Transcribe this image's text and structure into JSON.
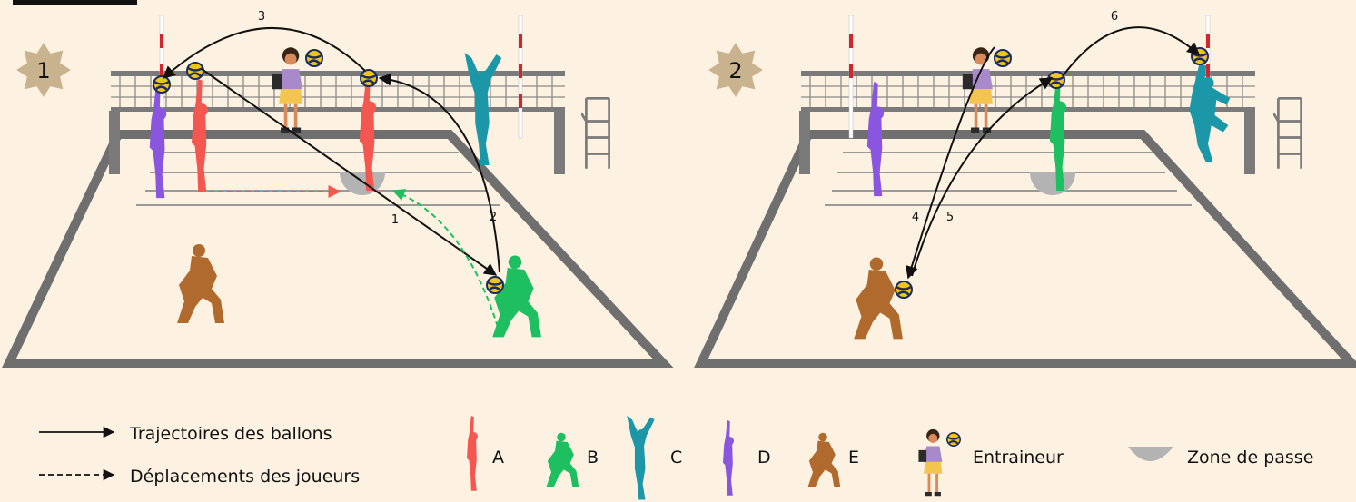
{
  "panels": [
    {
      "number": "1",
      "step_labels": [
        "1",
        "2",
        "3"
      ]
    },
    {
      "number": "2",
      "step_labels": [
        "4",
        "5",
        "6"
      ]
    }
  ],
  "legend": {
    "ball_trajectory": "Trajectoires des ballons",
    "player_movement": "Déplacements des joueurs",
    "players": [
      {
        "letter": "A",
        "color": "#f4574f"
      },
      {
        "letter": "B",
        "color": "#1dbf60"
      },
      {
        "letter": "C",
        "color": "#1b97a8"
      },
      {
        "letter": "D",
        "color": "#8a56e0"
      },
      {
        "letter": "E",
        "color": "#b06a2e"
      }
    ],
    "coach": "Entraineur",
    "pass_zone": "Zone de passe"
  },
  "colors": {
    "background": "#fdf2e1",
    "court_line": "#6f6f6f",
    "badge": "#c8b38e",
    "pass_zone": "#b3b3b3",
    "move_a": "#f4574f",
    "move_b": "#1dbf60"
  }
}
